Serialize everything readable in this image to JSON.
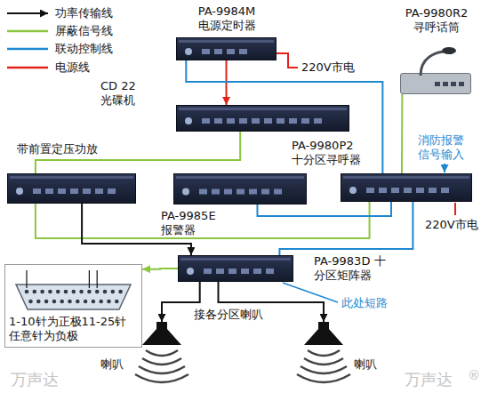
{
  "diagram": {
    "nodes": [
      {
        "text": [
          "PA-9984M 电源定时器"
        ]
      },
      {
        "text": [
          "PA-9980R2 寻呼话筒"
        ]
      },
      {
        "text": [
          "CD 22 光碟机"
        ]
      },
      {
        "text": [
          "带前置定压功放"
        ]
      },
      {
        "text": [
          "PA-9980P2 十分区寻呼器"
        ]
      },
      {
        "text": [
          "PA-9985E 报警器"
        ]
      },
      {
        "text": [
          "PA-9983D 十分区矩阵器"
        ]
      },
      {
        "text": [
          "喇叭"
        ]
      },
      {
        "text": [
          "喇叭"
        ]
      },
      {
        "text": [
          "1-10针为正极11-25针任意针为负极"
        ]
      }
    ],
    "edges": [
      {
        "from": 0,
        "to": 2,
        "arrow": "to"
      },
      {
        "from": 0,
        "to": 4,
        "arrow": "none"
      },
      {
        "from": 1,
        "to": 4,
        "arrow": "none"
      },
      {
        "from": 2,
        "to": 3,
        "arrow": "none"
      },
      {
        "from": 4,
        "to": 3,
        "arrow": "none"
      },
      {
        "from": 5,
        "to": 4,
        "arrow": "none"
      },
      {
        "from": 3,
        "to": 6,
        "arrow": "to"
      },
      {
        "from": 4,
        "to": 6,
        "arrow": "none"
      },
      {
        "from": 6,
        "to": 7,
        "arrow": "to"
      },
      {
        "from": 6,
        "to": 8,
        "arrow": "to"
      },
      {
        "from": 6,
        "to": 9,
        "arrow": "to"
      }
    ],
    "labels": [
      "220V市电",
      "消防报警信号输入",
      "220V市电",
      "接各分区喇叭",
      "此处短路",
      "万声达",
      "万声达",
      "®"
    ],
    "legend": [
      {
        "text": "功率传输线"
      },
      {
        "text": "屏蔽信号线"
      },
      {
        "text": "联动控制线"
      },
      {
        "text": "电源线"
      }
    ]
  }
}
